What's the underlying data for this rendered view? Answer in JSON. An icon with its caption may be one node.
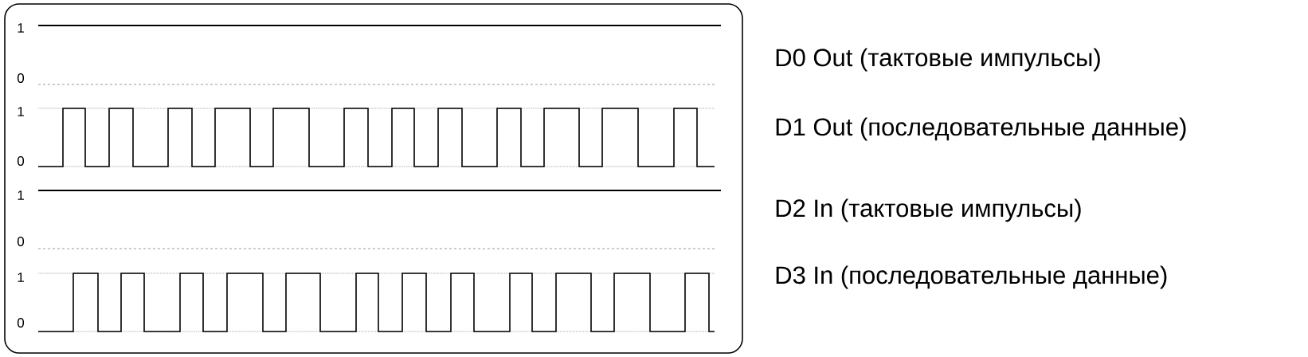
{
  "diagram": {
    "labels": [
      "1",
      "D0 Out (тактовые импульсы)",
      "0",
      "1",
      "D1 Out (последовательные данные)",
      "0",
      "1",
      "D2 In (тактовые импульсы)",
      "0",
      "1",
      "D3 In (последовательные данные)",
      "0"
    ]
  }
}
